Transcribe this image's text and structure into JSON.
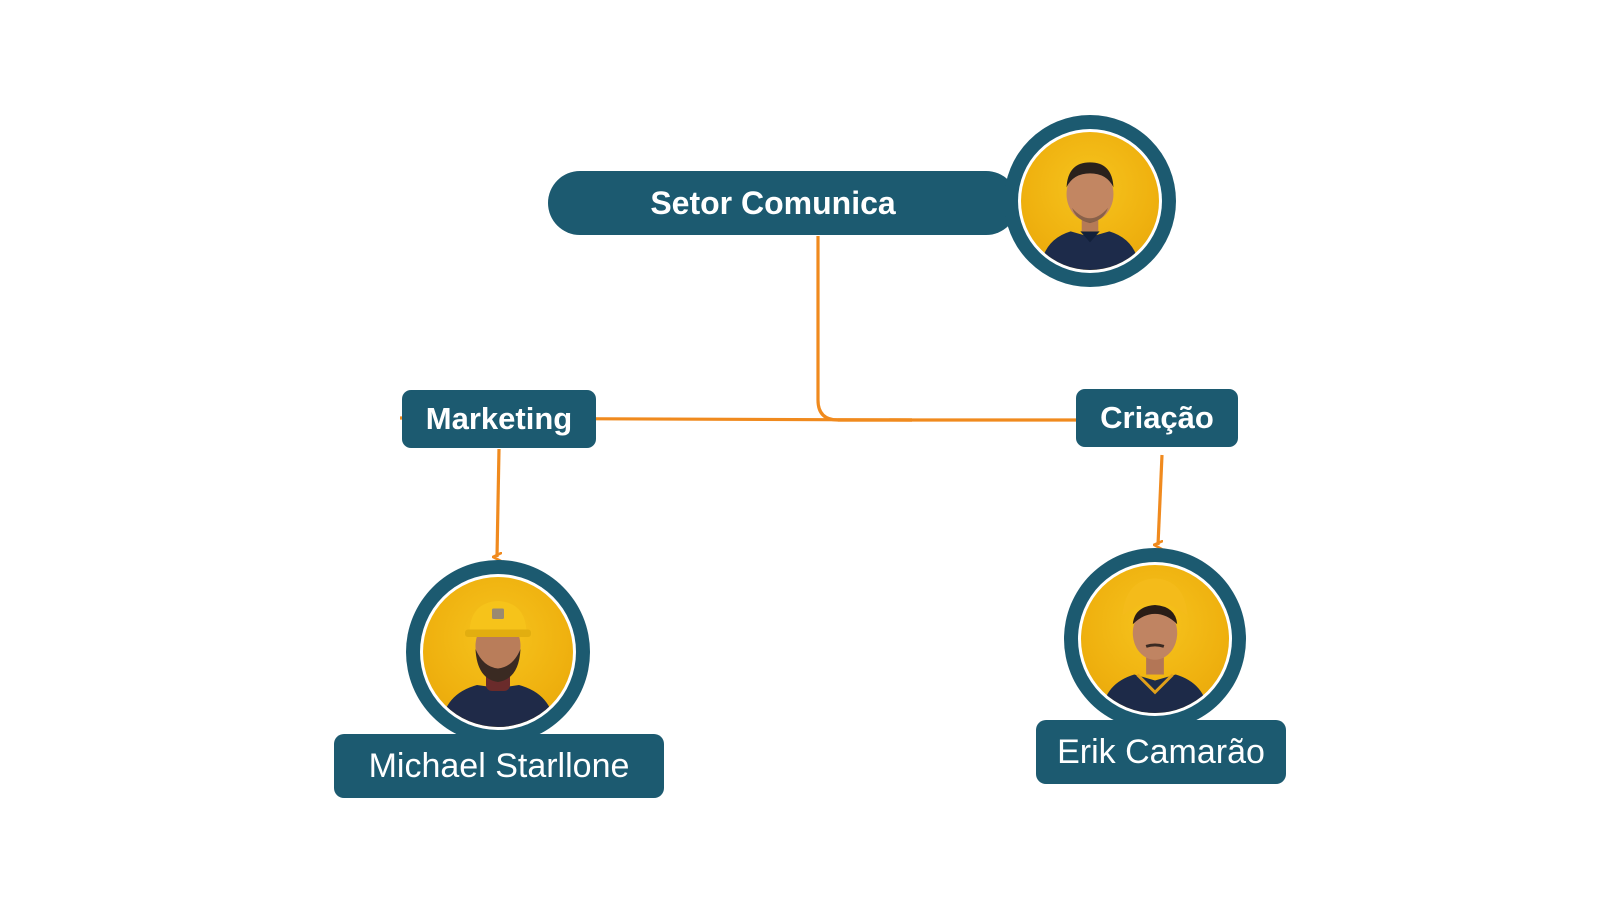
{
  "colors": {
    "box": "#1c5a70",
    "connector": "#f08a1e",
    "photo_background": "#f2b915",
    "text": "#ffffff"
  },
  "chart": {
    "root": {
      "label": "Setor Comunica",
      "avatar_icon": "person-photo-icon"
    },
    "departments": [
      {
        "label": "Marketing"
      },
      {
        "label": "Criação"
      }
    ],
    "members": [
      {
        "name": "Michael Starllone",
        "department": "Marketing",
        "avatar_icon": "person-with-hard-hat-icon"
      },
      {
        "name": "Erik Camarão",
        "department": "Criação",
        "avatar_icon": "person-with-hard-hat-icon"
      }
    ]
  }
}
